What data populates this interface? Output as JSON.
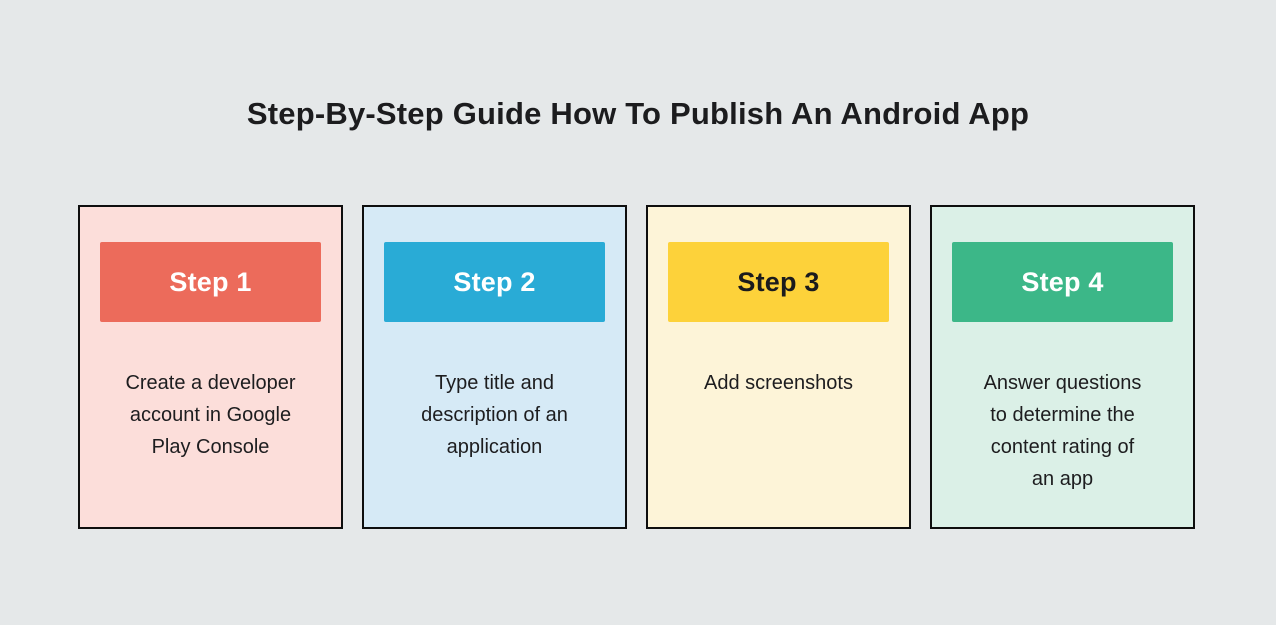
{
  "title": "Step-By-Step Guide How To Publish An Android App",
  "colors": {
    "page_background": "#e5e8e9",
    "card_border": "#0e0e0e",
    "title_text": "#1c1c1e",
    "body_text": "#1d1d1f"
  },
  "cards": [
    {
      "step_label": "Step 1",
      "description": "Create a developer\naccount in Google\nPlay Console",
      "colors": {
        "band": "#ec6b5b",
        "band_text": "#ffffff",
        "background": "#fcdeda"
      }
    },
    {
      "step_label": "Step 2",
      "description": "Type title and\ndescription of an\napplication",
      "colors": {
        "band": "#29abd6",
        "band_text": "#ffffff",
        "background": "#d6eaf6"
      }
    },
    {
      "step_label": "Step 3",
      "description": "Add screenshots",
      "colors": {
        "band": "#fdd23a",
        "band_text": "#1b1b1d",
        "background": "#fdf4d8"
      }
    },
    {
      "step_label": "Step 4",
      "description": "Answer questions\nto determine the\ncontent rating of\nan app",
      "colors": {
        "band": "#3cb788",
        "band_text": "#ffffff",
        "background": "#dbf0e7"
      }
    }
  ]
}
